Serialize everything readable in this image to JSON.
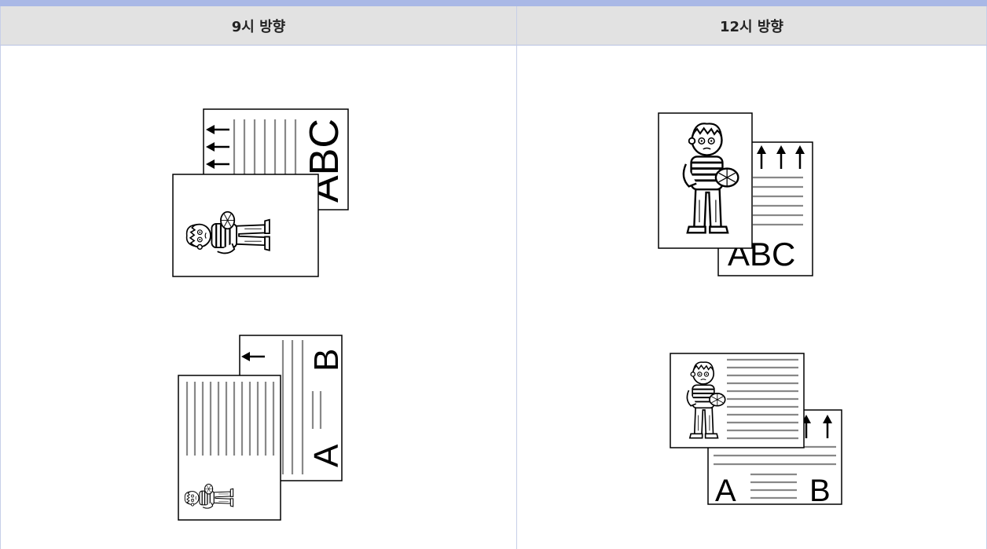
{
  "table": {
    "columns": [
      {
        "label": "9시 방향"
      },
      {
        "label": "12시 방향"
      }
    ]
  },
  "illustrations": {
    "letters_abc": "ABC",
    "letter_a": "A",
    "letter_b": "B"
  }
}
